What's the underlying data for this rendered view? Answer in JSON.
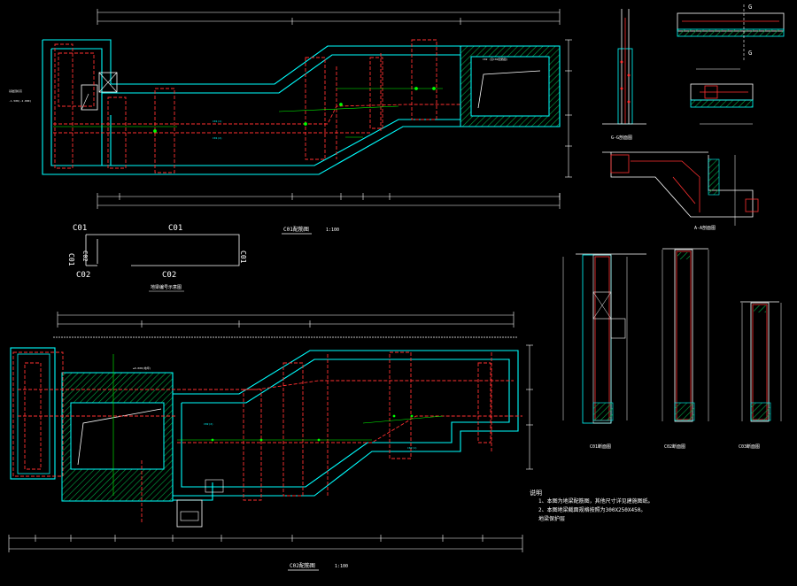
{
  "views": {
    "c01_plan": {
      "title": "C01配筋图",
      "scale": "1:100"
    },
    "c02_plan": {
      "title": "C02配筋图",
      "scale": "1:100"
    },
    "section_g": {
      "title": "G-G剖面图"
    },
    "section_a": {
      "title": "A-A剖面图"
    },
    "section_c01": {
      "title": "C01断面图"
    },
    "section_c02": {
      "title": "C02断面图"
    },
    "section_c03": {
      "title": "C03断面图"
    },
    "key_plan": {
      "title": "地梁编号示意图"
    }
  },
  "key_plan": {
    "labels": {
      "top_left": "C01",
      "top_mid": "C01",
      "left_vert": "C01",
      "left_inner": "C02",
      "right_vert": "C01",
      "bottom_left": "C02",
      "bottom_mid": "C02"
    }
  },
  "section_markers": {
    "g_top": "G",
    "g_bottom": "G"
  },
  "notes": {
    "heading": "说明",
    "items": [
      "1、本图为地梁配筋图，其他尺寸详见建施图纸。",
      "2、本图地梁截面规格按照为300X250X450。",
      "   地梁保护层"
    ]
  },
  "colors": {
    "wall": "#00ffff",
    "rebar": "#ff3030",
    "dim": "#ffffff",
    "hatch": "#00aa44",
    "grid": "#00ff00",
    "text": "#ffffff"
  }
}
